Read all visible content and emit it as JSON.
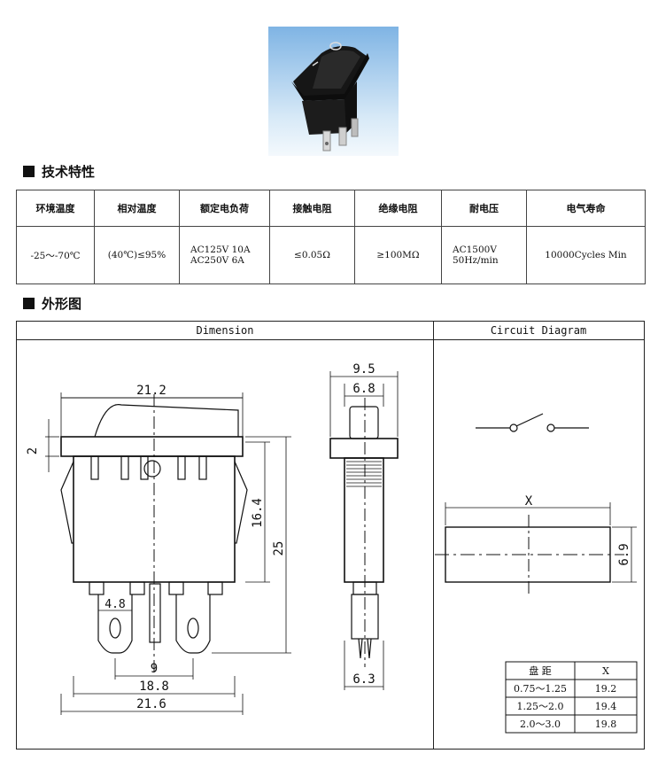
{
  "sections": {
    "specs_title": "技术特性",
    "dimension_title": "外形图"
  },
  "spec_table": {
    "headers": [
      "环境温度",
      "相对温度",
      "额定电负荷",
      "接触电阻",
      "绝缘电阻",
      "耐电压",
      "电气寿命"
    ],
    "values": [
      [
        "-25～-70℃"
      ],
      [
        "(40℃)≤95%"
      ],
      [
        "AC125V 10A",
        "AC250V 6A"
      ],
      [
        "≤0.05Ω"
      ],
      [
        "≥100MΩ"
      ],
      [
        "AC1500V",
        "50Hz/min"
      ],
      [
        "10000Cycles Min"
      ]
    ]
  },
  "drawing": {
    "dimension_label": "Dimension",
    "circuit_label": "Circuit Diagram",
    "front_dims": {
      "top_width": "21.2",
      "flange": "2",
      "body_height": "16.4",
      "total_height": "25",
      "terminal_width": "4.8",
      "terminal_pitch": "9",
      "terminal_span": "18.8",
      "base_width": "21.6"
    },
    "side_dims": {
      "flange_width": "9.5",
      "rocker_width": "6.8",
      "base_width": "6.3"
    },
    "cutout": {
      "width_label": "X",
      "height_label": "6.9"
    },
    "panel_table": {
      "headers": [
        "盘 距",
        "X"
      ],
      "rows": [
        [
          "0.75～1.25",
          "19.2"
        ],
        [
          "1.25～2.0",
          "19.4"
        ],
        [
          "2.0～3.0",
          "19.8"
        ]
      ]
    }
  },
  "colors": {
    "photo_bg": "#8fc0ea",
    "switch_body": "#1a1a1a",
    "line": "#111111"
  }
}
